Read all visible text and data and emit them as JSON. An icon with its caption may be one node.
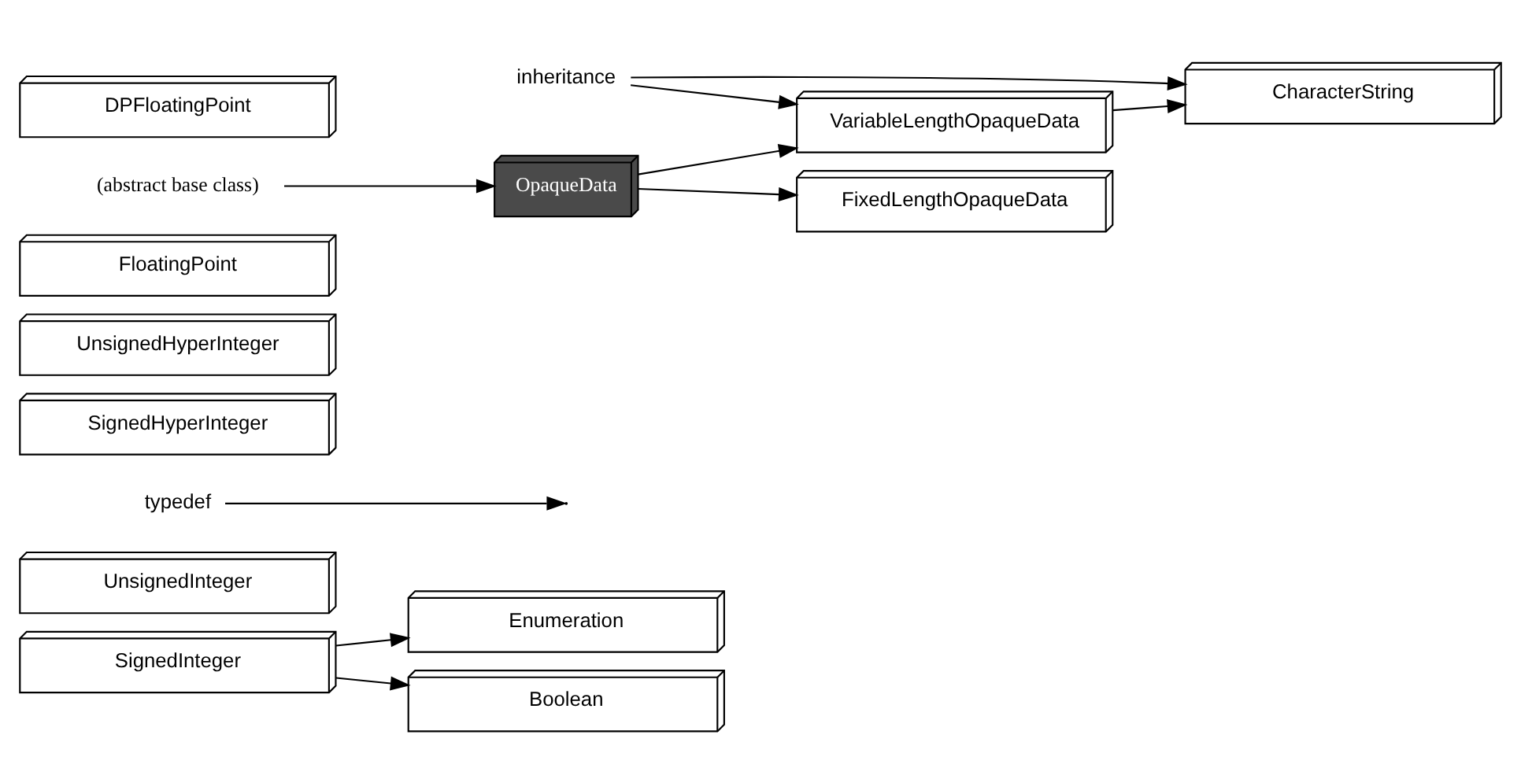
{
  "diagram": {
    "nodes": [
      {
        "text": [
          "SignedInteger"
        ]
      },
      {
        "text": [
          "Enumeration"
        ]
      },
      {
        "text": [
          "Boolean"
        ]
      },
      {
        "text": [
          "UnsignedInteger"
        ]
      },
      {
        "text": [
          "typedef"
        ]
      },
      {
        "text": [
          "SignedHyperInteger"
        ]
      },
      {
        "text": [
          "UnsignedHyperInteger"
        ]
      },
      {
        "text": [
          "FloatingPoint"
        ]
      },
      {
        "text": [
          "inheritance"
        ]
      },
      {
        "text": [
          "DPFloatingPoint"
        ]
      },
      {
        "text": [
          "VariableLengthOpaqueData"
        ]
      },
      {
        "text": [
          "CharacterString"
        ]
      },
      {
        "text": [
          "OpaqueData"
        ]
      },
      {
        "text": [
          "FixedLengthOpaqueData"
        ]
      },
      {
        "text": [
          "(abstract base class)"
        ]
      }
    ],
    "edges": [
      {
        "from": 0,
        "to": 1,
        "arrow": "to"
      },
      {
        "from": 0,
        "to": 2,
        "arrow": "to"
      },
      {
        "from": 4,
        "to": null,
        "arrow": "to"
      },
      {
        "from": 8,
        "to": 10,
        "arrow": "to"
      },
      {
        "from": 8,
        "to": 11,
        "arrow": "to"
      },
      {
        "from": 12,
        "to": 10,
        "arrow": "to"
      },
      {
        "from": 12,
        "to": 13,
        "arrow": "to"
      },
      {
        "from": 10,
        "to": 11,
        "arrow": "to"
      },
      {
        "from": 14,
        "to": 12,
        "arrow": "to"
      }
    ]
  }
}
